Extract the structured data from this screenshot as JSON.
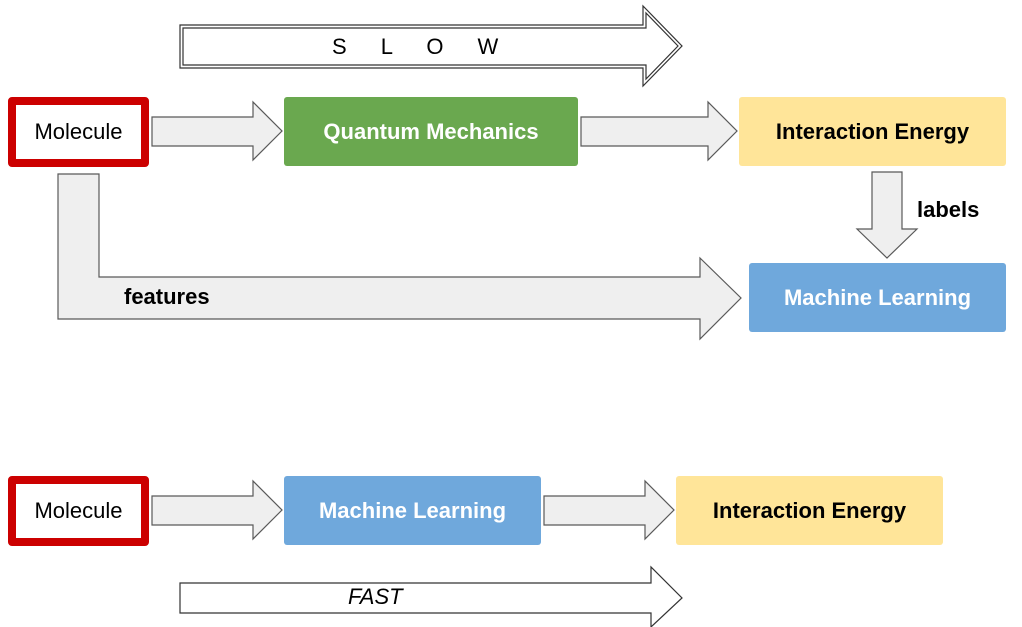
{
  "slow_process": {
    "speed_label": "S L O W",
    "input": "Molecule",
    "method": "Quantum Mechanics",
    "output": "Interaction Energy",
    "labels_text": "labels",
    "features_text": "features",
    "model": "Machine Learning"
  },
  "fast_process": {
    "input": "Molecule",
    "method": "Machine Learning",
    "output": "Interaction Energy",
    "speed_label": "FAST"
  },
  "colors": {
    "molecule_border": "#cc0000",
    "quantum_mechanics": "#6aa84f",
    "machine_learning": "#6fa8dc",
    "interaction_energy": "#ffe599",
    "arrow_fill": "#efefef",
    "arrow_stroke": "#595959"
  }
}
